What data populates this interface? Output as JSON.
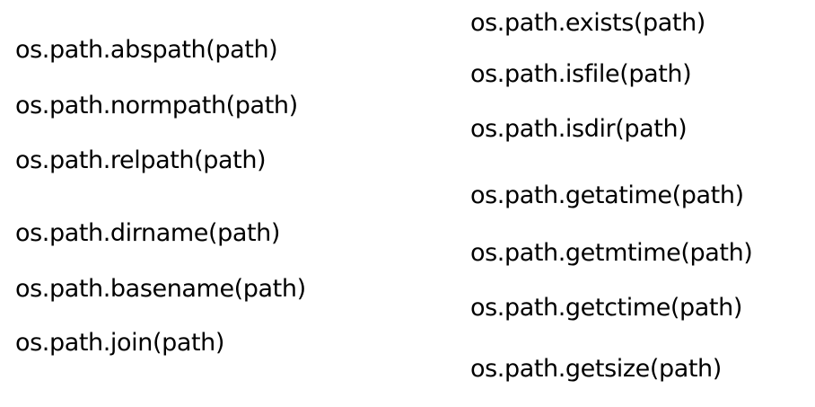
{
  "left_column": {
    "items": [
      "os.path.abspath(path)",
      "os.path.normpath(path)",
      "os.path.relpath(path)",
      "os.path.dirname(path)",
      "os.path.basename(path)",
      "os.path.join(path)"
    ]
  },
  "right_column": {
    "items": [
      "os.path.exists(path)",
      "os.path.isfile(path)",
      "os.path.isdir(path)",
      "os.path.getatime(path)",
      "os.path.getmtime(path)",
      "os.path.getctime(path)",
      "os.path.getsize(path)"
    ]
  }
}
